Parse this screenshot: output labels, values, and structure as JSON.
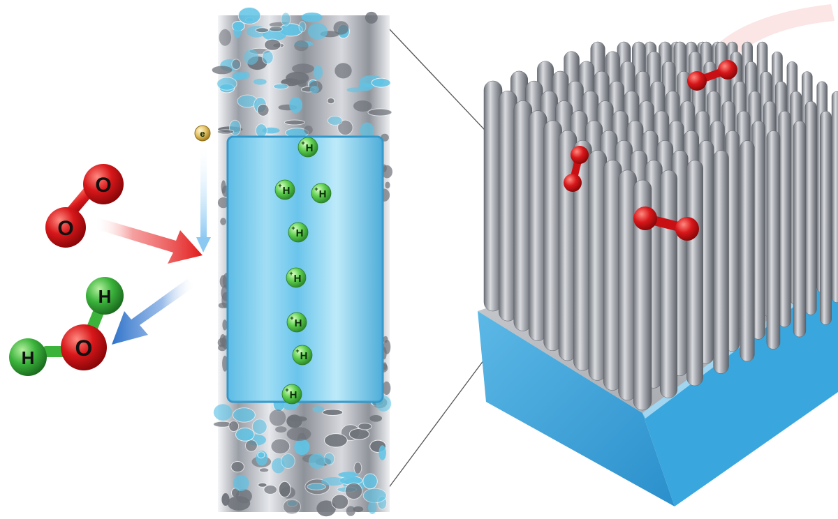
{
  "molecules": {
    "oxygen": {
      "atom_symbol": "O"
    },
    "water": {
      "oxygen_symbol": "O",
      "hydrogen_symbol": "H"
    }
  },
  "electron": {
    "symbol": "e"
  },
  "protons": {
    "label": "H",
    "charge": "+",
    "count": 8
  },
  "colors": {
    "oxygen_atom": "#d8171a",
    "hydrogen_atom": "#3cb43c",
    "proton": "#5fcf4e",
    "electron": "#e7c66a",
    "o2_arrow": "#e11b1b",
    "h2o_arrow": "#2f72c9",
    "electron_arrow": "#8cc9f2",
    "electrolyte_channel": "#7fd0f0",
    "nanowire_metal": "#a9acb2",
    "substrate_side": "#3aa6de",
    "substrate_top": "#b9bcc1"
  }
}
